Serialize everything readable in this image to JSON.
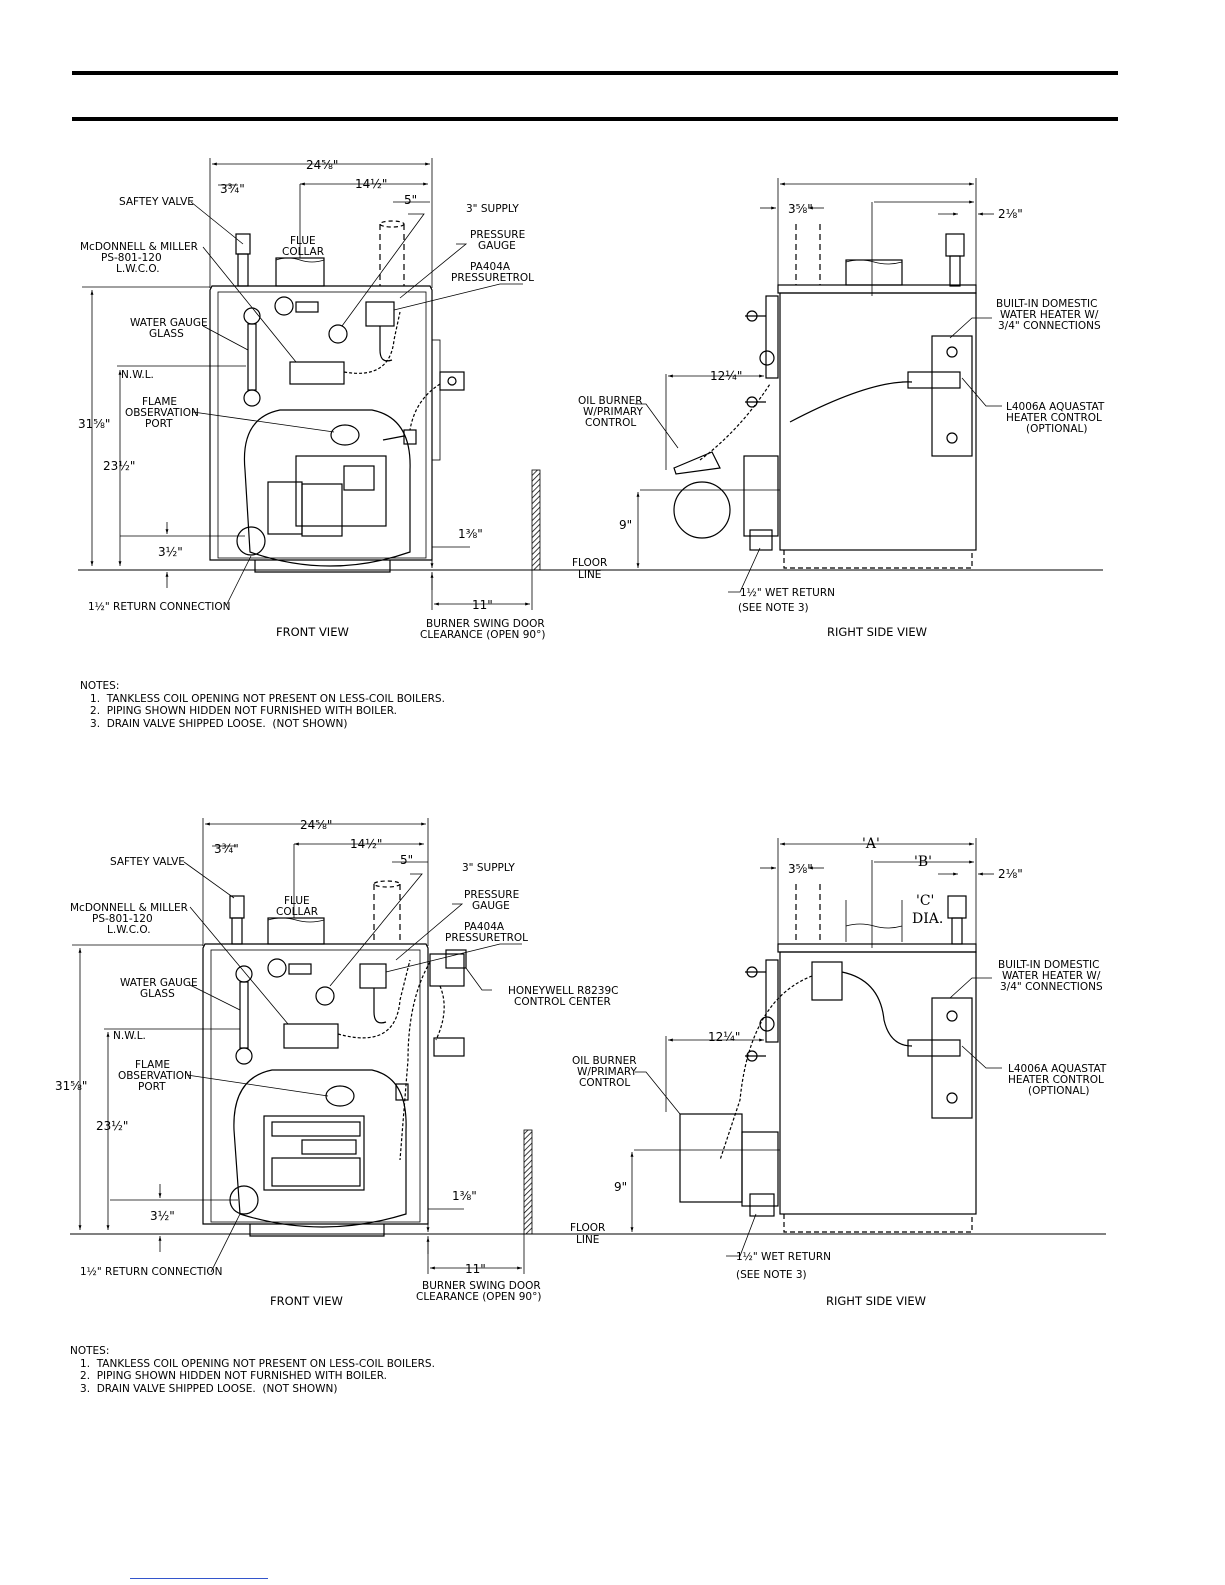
{
  "diagram1": {
    "front_view": {
      "caption": "FRONT VIEW",
      "labels": {
        "safety_valve": "SAFTEY VALVE",
        "lwco_1": "McDONNELL & MILLER",
        "lwco_2": "PS-801-120",
        "lwco_3": "L.W.C.O.",
        "water_gauge_1": "WATER GAUGE",
        "water_gauge_2": "GLASS",
        "nwl": "N.W.L.",
        "flame_1": "FLAME",
        "flame_2": "OBSERVATION",
        "flame_3": "PORT",
        "flue_1": "FLUE",
        "flue_2": "COLLAR",
        "supply": "3\" SUPPLY",
        "pressure_1": "PRESSURE",
        "pressure_2": "GAUGE",
        "pressuretrol_1": "PA404A",
        "pressuretrol_2": "PRESSURETROL",
        "return_conn": "1½\" RETURN CONNECTION",
        "swing_1": "BURNER SWING DOOR",
        "swing_2": "CLEARANCE (OPEN 90°)",
        "floor_1": "FLOOR",
        "floor_2": "LINE"
      },
      "dims": {
        "overall_width": "24⅝\"",
        "d1": "14½\"",
        "d2": "5\"",
        "d3": "3¾\"",
        "height": "31⅝\"",
        "nwl_height": "23½\"",
        "d4": "3½\"",
        "d5": "1⅜\"",
        "swing": "11\""
      }
    },
    "side_view": {
      "caption": "RIGHT SIDE VIEW",
      "labels": {
        "dhw_1": "BUILT-IN DOMESTIC",
        "dhw_2": "WATER HEATER W/",
        "dhw_3": "3/4\" CONNECTIONS",
        "burner_1": "OIL BURNER",
        "burner_2": "W/PRIMARY",
        "burner_3": "CONTROL",
        "aquastat_1": "L4006A AQUASTAT",
        "aquastat_2": "HEATER CONTROL",
        "aquastat_3": "(OPTIONAL)",
        "wet_return": "1½\" WET RETURN",
        "see_note": "(SEE NOTE 3)"
      },
      "dims": {
        "a": "3⅝\"",
        "b": "2⅛\"",
        "c": "12¼\"",
        "d": "9\""
      }
    },
    "notes": [
      "NOTES:",
      "   1.  TANKLESS COIL OPENING NOT PRESENT ON LESS-COIL BOILERS.",
      "   2.  PIPING SHOWN HIDDEN NOT FURNISHED WITH BOILER.",
      "   3.  DRAIN VALVE SHIPPED LOOSE.  (NOT SHOWN)"
    ]
  },
  "diagram2": {
    "front_view": {
      "caption": "FRONT VIEW",
      "labels": {
        "safety_valve": "SAFTEY VALVE",
        "lwco_1": "McDONNELL & MILLER",
        "lwco_2": "PS-801-120",
        "lwco_3": "L.W.C.O.",
        "water_gauge_1": "WATER GAUGE",
        "water_gauge_2": "GLASS",
        "nwl": "N.W.L.",
        "flame_1": "FLAME",
        "flame_2": "OBSERVATION",
        "flame_3": "PORT",
        "flue_1": "FLUE",
        "flue_2": "COLLAR",
        "supply": "3\" SUPPLY",
        "pressure_1": "PRESSURE",
        "pressure_2": "GAUGE",
        "pressuretrol_1": "PA404A",
        "pressuretrol_2": "PRESSURETROL",
        "honeywell_1": "HONEYWELL R8239C",
        "honeywell_2": "CONTROL CENTER",
        "return_conn": "1½\" RETURN CONNECTION",
        "swing_1": "BURNER SWING DOOR",
        "swing_2": "CLEARANCE (OPEN 90°)",
        "floor_1": "FLOOR",
        "floor_2": "LINE"
      },
      "dims": {
        "overall_width": "24⅝\"",
        "d1": "14½\"",
        "d2": "5\"",
        "d3": "3¾\"",
        "height": "31⅝\"",
        "nwl_height": "23½\"",
        "d4": "3½\"",
        "d5": "1⅜\"",
        "swing": "11\""
      }
    },
    "side_view": {
      "caption": "RIGHT SIDE VIEW",
      "labels": {
        "dhw_1": "BUILT-IN DOMESTIC",
        "dhw_2": "WATER HEATER W/",
        "dhw_3": "3/4\" CONNECTIONS",
        "burner_1": "OIL BURNER",
        "burner_2": "W/PRIMARY",
        "burner_3": "CONTROL",
        "aquastat_1": "L4006A AQUASTAT",
        "aquastat_2": "HEATER CONTROL",
        "aquastat_3": "(OPTIONAL)",
        "wet_return": "1½\" WET RETURN",
        "see_note": "(SEE NOTE 3)"
      },
      "dims": {
        "A": "'A'",
        "B": "'B'",
        "C1": "'C'",
        "C2": "DIA.",
        "a": "3⅝\"",
        "b": "2⅛\"",
        "c": "12¼\"",
        "d": "9\""
      }
    },
    "notes": [
      "NOTES:",
      "   1.  TANKLESS COIL OPENING NOT PRESENT ON LESS-COIL BOILERS.",
      "   2.  PIPING SHOWN HIDDEN NOT FURNISHED WITH BOILER.",
      "   3.  DRAIN VALVE SHIPPED LOOSE.  (NOT SHOWN)"
    ]
  }
}
